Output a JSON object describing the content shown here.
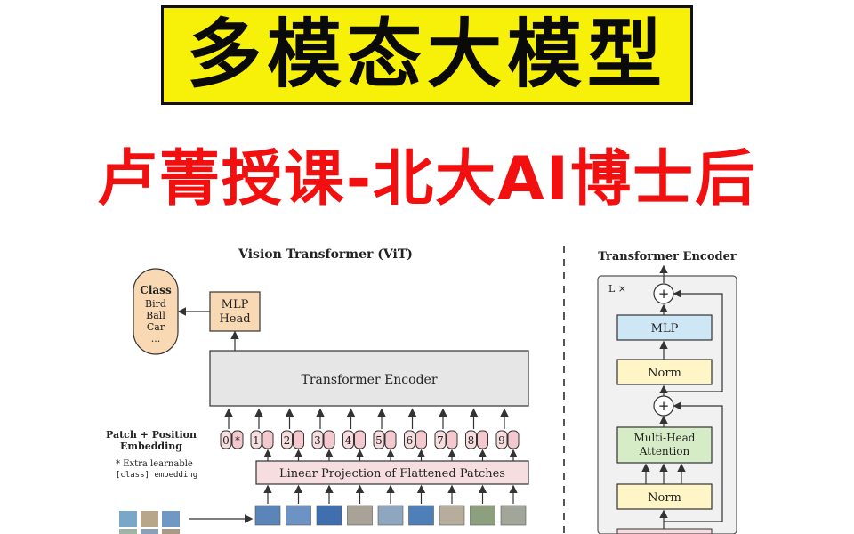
{
  "title_main": "多模态大模型",
  "title_sub": "卢菁授课-北大AI博士后",
  "vit": {
    "heading": "Vision Transformer (ViT)",
    "class_box": {
      "title": "Class",
      "items": [
        "Bird",
        "Ball",
        "Car",
        "..."
      ]
    },
    "mlp_head": [
      "MLP",
      "Head"
    ],
    "encoder_label": "Transformer Encoder",
    "patch_embedding_label": [
      "Patch + Position",
      "Embedding"
    ],
    "extra_note": [
      "* Extra learnable",
      "[class] embedding"
    ],
    "tokens": [
      "0",
      "1",
      "2",
      "3",
      "4",
      "5",
      "6",
      "7",
      "8",
      "9"
    ],
    "cls_marker": "*",
    "projection_label": "Linear Projection of Flattened Patches"
  },
  "encoder_detail": {
    "heading": "Transformer Encoder",
    "repeat_label": "L ×",
    "mlp": "MLP",
    "norm_top": "Norm",
    "attention": [
      "Multi-Head",
      "Attention"
    ],
    "norm_bottom": "Norm",
    "plus": "+"
  },
  "colors": {
    "title_bg": "#f7f10a",
    "title_sub": "#f20f0f",
    "encoder_fill": "#e6e6e6",
    "orange_fill": "#f9d9b4",
    "pink_fill": "#f6dde0",
    "blue_fill": "#cde7f7",
    "yellow_fill": "#fff5c7",
    "green_fill": "#d5ecc6"
  }
}
